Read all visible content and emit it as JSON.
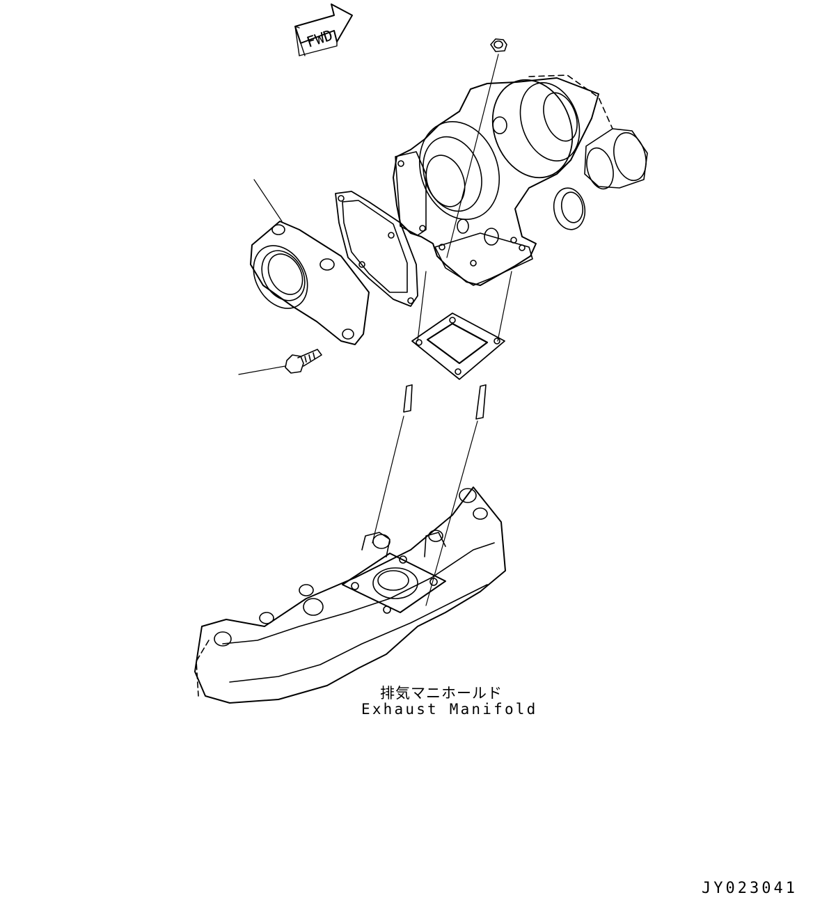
{
  "direction_marker": {
    "text": "FWD",
    "icon": "arrow-icon"
  },
  "callout": {
    "label_jp": "排気マニホールド",
    "label_en": "Exhaust Manifold"
  },
  "drawing_code": "JY023041",
  "colors": {
    "line": "#000000",
    "background": "#ffffff"
  }
}
